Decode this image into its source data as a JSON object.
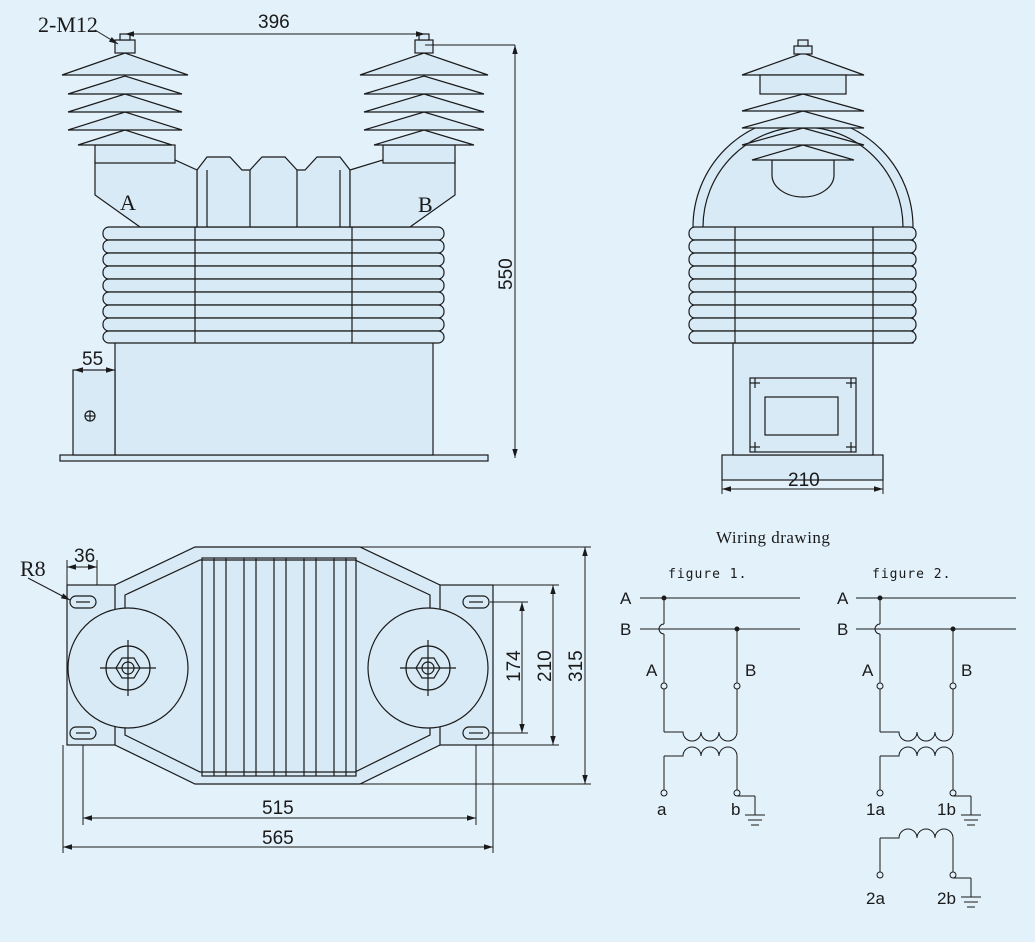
{
  "colors": {
    "background": "#e3f1fb",
    "ink": "#1a1a1a",
    "body_fill": "#d8eaf6"
  },
  "front_view": {
    "thread_label": "2-M12",
    "dim_terminal_spacing": "396",
    "dim_height": "550",
    "dim_bracket": "55",
    "terminal_a": "A",
    "terminal_b": "B"
  },
  "side_view": {
    "dim_base_width": "210"
  },
  "top_view": {
    "radius_label": "R8",
    "dim_slot": "36",
    "dim_inner_length": "515",
    "dim_total_length": "565",
    "dim_hole_span_small": "174",
    "dim_hole_span_large": "210",
    "dim_total_width": "315"
  },
  "wiring": {
    "title": "Wiring drawing",
    "figure1": {
      "caption": "figure 1.",
      "bus_a": "A",
      "bus_b": "B",
      "primary_a": "A",
      "primary_b": "B",
      "secondary_a": "a",
      "secondary_b": "b"
    },
    "figure2": {
      "caption": "figure 2.",
      "bus_a": "A",
      "bus_b": "B",
      "primary_a": "A",
      "primary_b": "B",
      "secondary1_a": "1a",
      "secondary1_b": "1b",
      "secondary2_a": "2a",
      "secondary2_b": "2b"
    }
  }
}
